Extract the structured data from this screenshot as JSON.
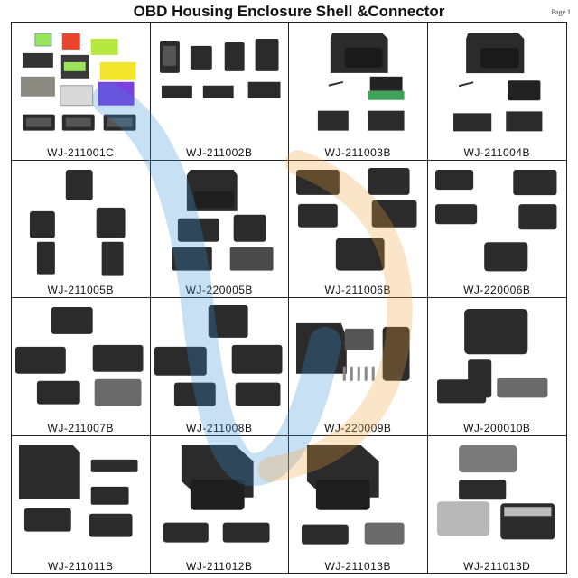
{
  "header": {
    "title": "OBD Housing Enclosure Shell &Connector",
    "page": "Page 1"
  },
  "products": [
    {
      "code": "WJ-211001C"
    },
    {
      "code": "WJ-211002B"
    },
    {
      "code": "WJ-211003B"
    },
    {
      "code": "WJ-211004B"
    },
    {
      "code": "WJ-211005B"
    },
    {
      "code": "WJ-220005B"
    },
    {
      "code": "WJ-211006B"
    },
    {
      "code": "WJ-220006B"
    },
    {
      "code": "WJ-211007B"
    },
    {
      "code": "WJ-211008B"
    },
    {
      "code": "WJ-220009B"
    },
    {
      "code": "WJ-200010B"
    },
    {
      "code": "WJ-211011B"
    },
    {
      "code": "WJ-211012B"
    },
    {
      "code": "WJ-211013B"
    },
    {
      "code": "WJ-211013D"
    }
  ],
  "colors": {
    "shell": "#2b2b2b",
    "shell_light": "#4a4a4a",
    "watermark_blue": "#3a8fd6",
    "watermark_orange": "#f2a13a"
  }
}
